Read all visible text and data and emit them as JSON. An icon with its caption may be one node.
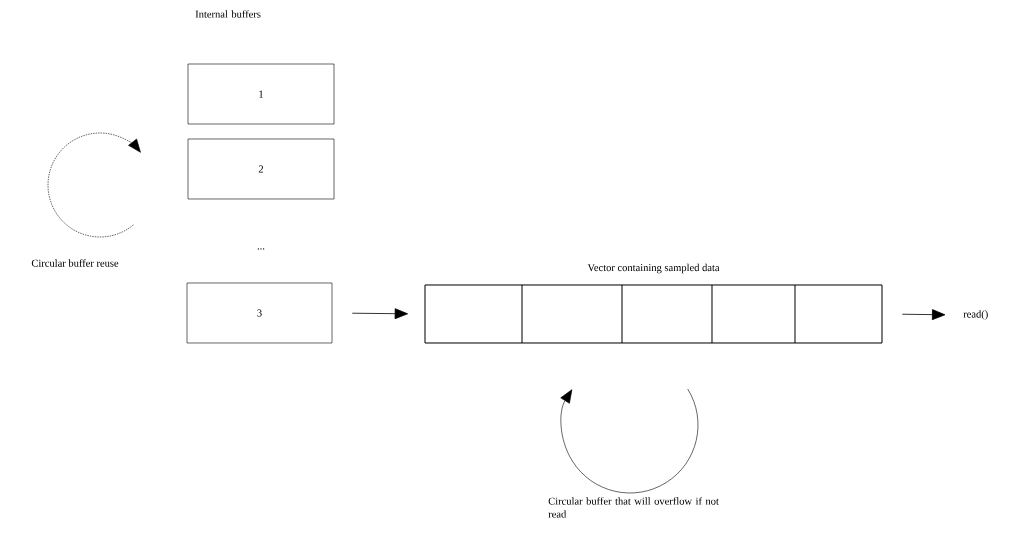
{
  "diagram": {
    "nodes": [
      {
        "text": [
          "1"
        ]
      },
      {
        "text": [
          "2"
        ]
      },
      {
        "text": [
          "3"
        ]
      },
      {
        "text": [
          "Vector containing sampled data"
        ]
      },
      {
        "text": [],
        "shape": "box",
        "in": 3
      },
      {
        "text": [],
        "shape": "box",
        "in": 3
      },
      {
        "text": [],
        "shape": "box",
        "in": 3
      },
      {
        "text": [],
        "shape": "box",
        "in": 3
      },
      {
        "text": [],
        "shape": "box",
        "in": 3
      },
      {
        "text": [
          "read()"
        ]
      }
    ],
    "edges": [
      {
        "from": 2,
        "to": 3,
        "arrow": "to"
      },
      {
        "from": 3,
        "to": 9,
        "arrow": "to"
      }
    ],
    "labels": [
      "Internal buffers",
      "...",
      "Circular buffer reuse",
      "Circular buffer that will overflow if not read"
    ]
  }
}
